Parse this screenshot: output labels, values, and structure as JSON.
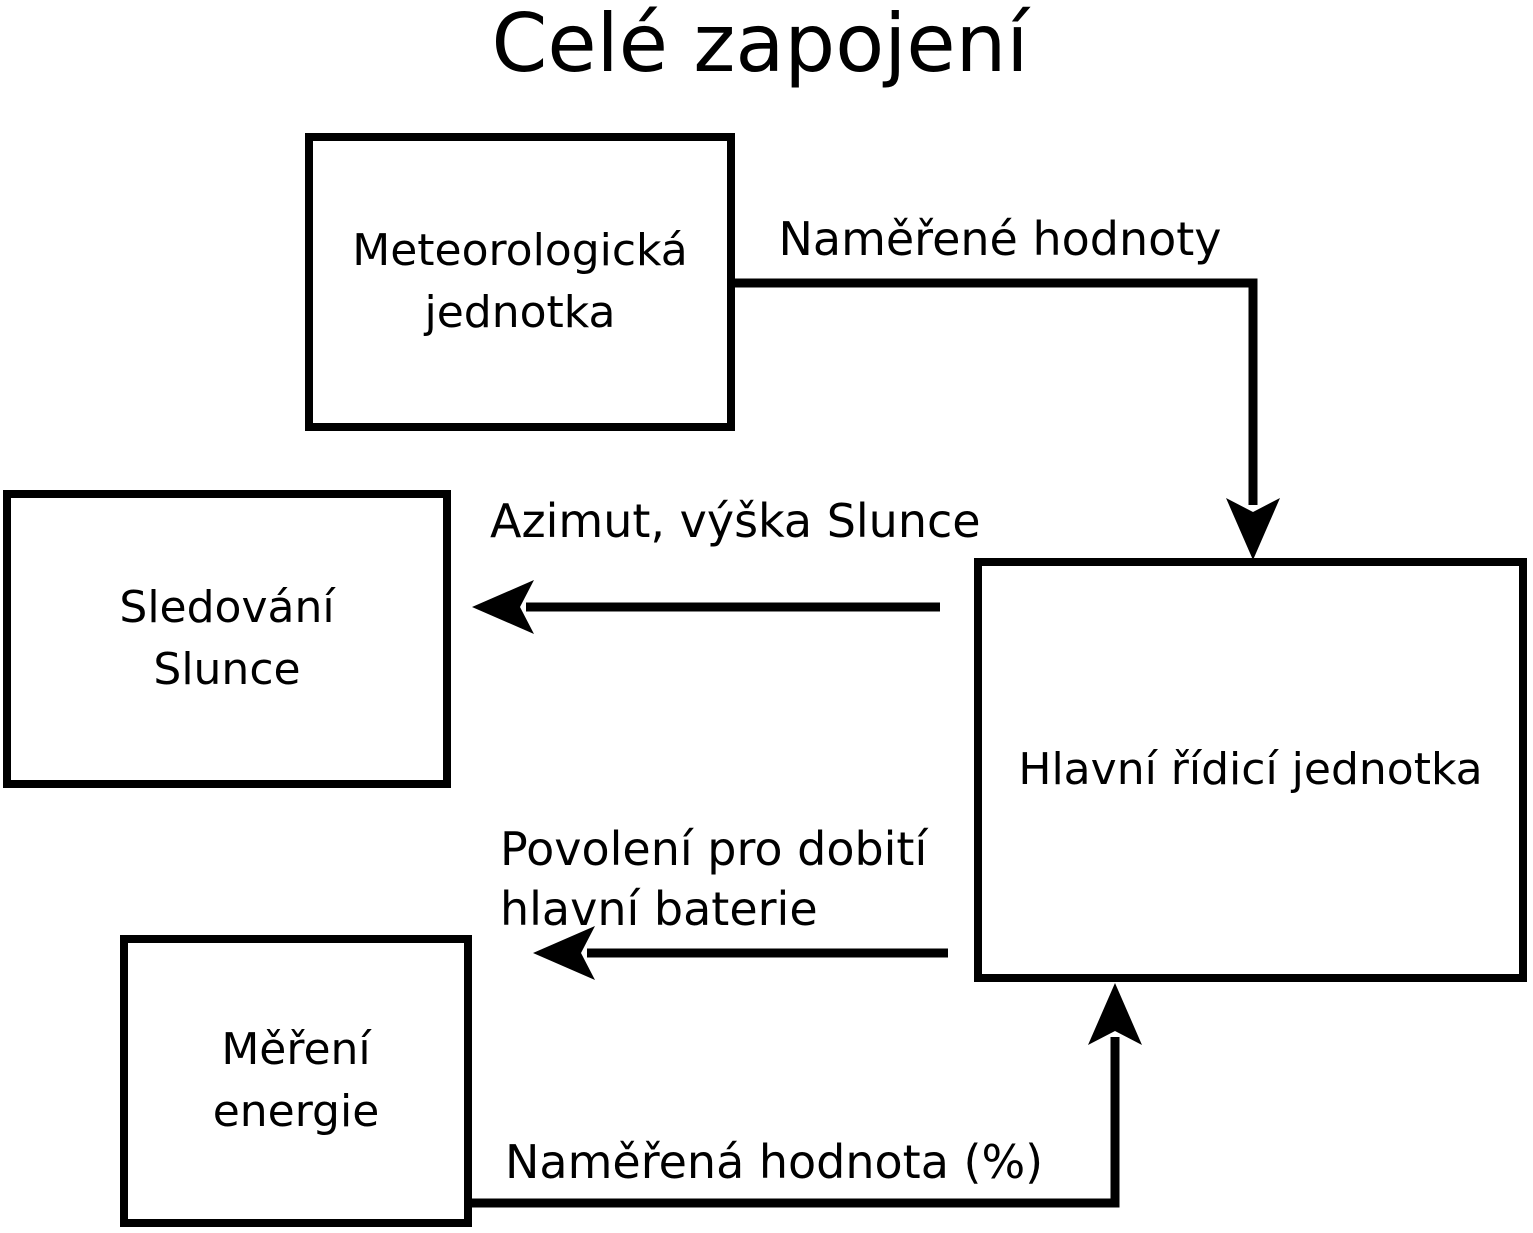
{
  "title": "Celé zapojení",
  "colors": {
    "ink": "#000000",
    "paper": "#ffffff"
  },
  "boxes": {
    "meteo": {
      "line1": "Meteorologická",
      "line2": "jednotka"
    },
    "sun": {
      "line1": "Sledování",
      "line2": "Slunce"
    },
    "energy": {
      "line1": "Měření",
      "line2": "energie"
    },
    "main": {
      "line1": "Hlavní řídicí jednotka"
    }
  },
  "edges": {
    "measured_values": {
      "label": "Naměřené hodnoty",
      "from": "Meteorologická jednotka",
      "to": "Hlavní řídicí jednotka"
    },
    "azimuth": {
      "label": "Azimut, výška Slunce",
      "from": "Hlavní řídicí jednotka",
      "to": "Sledování Slunce"
    },
    "charge_permission": {
      "line1": "Povolení pro dobití",
      "line2": "hlavní baterie",
      "from": "Hlavní řídicí jednotka"
    },
    "measured_percent": {
      "label": "Naměřená hodnota (%)",
      "from": "Měření energie",
      "to": "Hlavní řídicí jednotka"
    }
  }
}
